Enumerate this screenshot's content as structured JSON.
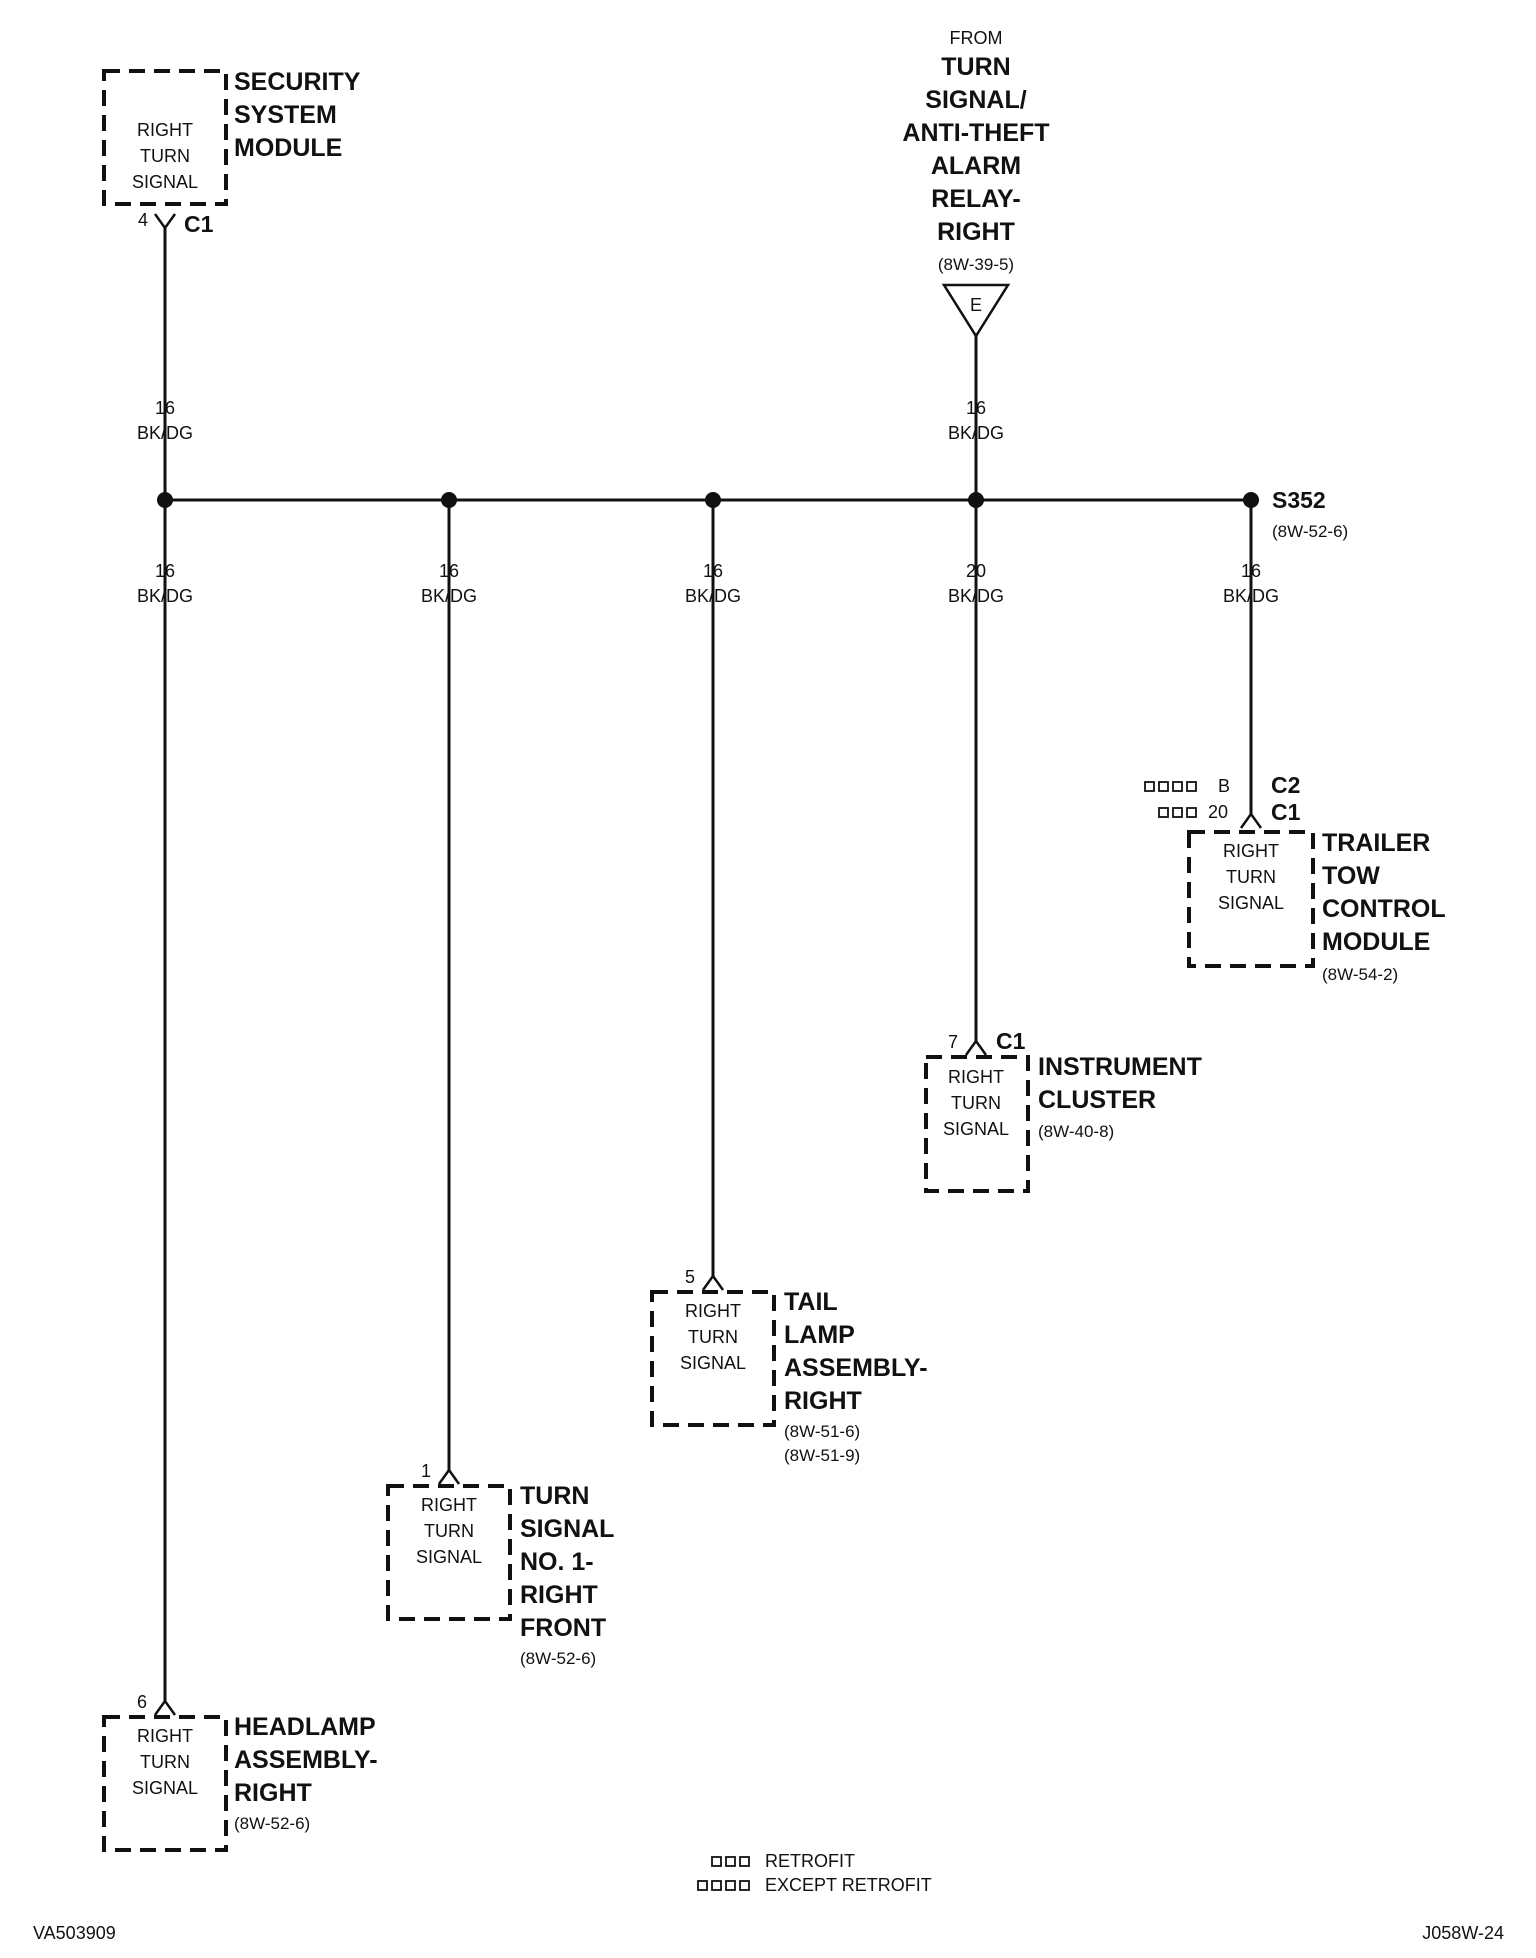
{
  "legend": {
    "retrofit": "RETROFIT",
    "except_retrofit": "EXCEPT RETROFIT"
  },
  "ids": {
    "left": "VA503909",
    "right": "J058W-24"
  },
  "source": {
    "from": "FROM",
    "name_lines": [
      "TURN",
      "SIGNAL/",
      "ANTI-THEFT",
      "ALARM",
      "RELAY-",
      "RIGHT"
    ],
    "ref": "(8W-39-5)",
    "connector_letter": "E"
  },
  "splice": {
    "id": "S352",
    "ref": "(8W-52-6)"
  },
  "wires": {
    "security_top": {
      "gauge": "16",
      "color": "BK/DG"
    },
    "source_top": {
      "gauge": "16",
      "color": "BK/DG"
    },
    "headlamp_drop": {
      "gauge": "16",
      "color": "BK/DG"
    },
    "turn_front_drop": {
      "gauge": "16",
      "color": "BK/DG"
    },
    "tail_drop": {
      "gauge": "16",
      "color": "BK/DG"
    },
    "cluster_drop": {
      "gauge": "20",
      "color": "BK/DG"
    },
    "trailer_drop": {
      "gauge": "16",
      "color": "BK/DG"
    }
  },
  "components": {
    "security": {
      "box_lines": [
        "RIGHT",
        "TURN",
        "SIGNAL"
      ],
      "name_lines": [
        "SECURITY",
        "SYSTEM",
        "MODULE"
      ],
      "pin": "4",
      "connector": "C1"
    },
    "trailer": {
      "box_lines": [
        "RIGHT",
        "TURN",
        "SIGNAL"
      ],
      "name_lines": [
        "TRAILER",
        "TOW",
        "CONTROL",
        "MODULE"
      ],
      "ref": "(8W-54-2)",
      "pin_except_retrofit": "B",
      "pin_retrofit": "20",
      "connector_except_retrofit": "C2",
      "connector_retrofit": "C1"
    },
    "cluster": {
      "box_lines": [
        "RIGHT",
        "TURN",
        "SIGNAL"
      ],
      "name_lines": [
        "INSTRUMENT",
        "CLUSTER"
      ],
      "ref": "(8W-40-8)",
      "pin": "7",
      "connector": "C1"
    },
    "tail": {
      "box_lines": [
        "RIGHT",
        "TURN",
        "SIGNAL"
      ],
      "name_lines": [
        "TAIL",
        "LAMP",
        "ASSEMBLY-",
        "RIGHT"
      ],
      "refs": [
        "(8W-51-6)",
        "(8W-51-9)"
      ],
      "pin": "5"
    },
    "turn_front": {
      "box_lines": [
        "RIGHT",
        "TURN",
        "SIGNAL"
      ],
      "name_lines": [
        "TURN",
        "SIGNAL",
        "NO. 1-",
        "RIGHT",
        "FRONT"
      ],
      "ref": "(8W-52-6)",
      "pin": "1"
    },
    "headlamp": {
      "box_lines": [
        "RIGHT",
        "TURN",
        "SIGNAL"
      ],
      "name_lines": [
        "HEADLAMP",
        "ASSEMBLY-",
        "RIGHT"
      ],
      "ref": "(8W-52-6)",
      "pin": "6"
    }
  }
}
